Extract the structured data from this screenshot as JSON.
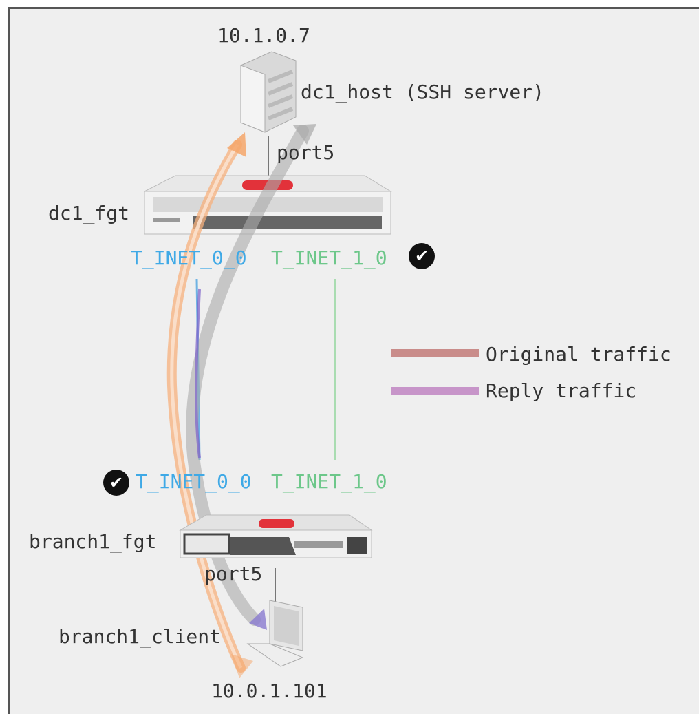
{
  "nodes": {
    "server_ip": "10.1.0.7",
    "server_name": "dc1_host (SSH server)",
    "server_port": "port5",
    "dc_fgt": "dc1_fgt",
    "dc_tunnel_a": "T_INET_0_0",
    "dc_tunnel_b": "T_INET_1_0",
    "branch_tunnel_a": "T_INET_0_0",
    "branch_tunnel_b": "T_INET_1_0",
    "branch_fgt": "branch1_fgt",
    "branch_port": "port5",
    "client_name": "branch1_client",
    "client_ip": "10.0.1.101"
  },
  "legend": {
    "original": "Original traffic",
    "reply": "Reply traffic"
  },
  "marks": {
    "check_glyph": "✔"
  },
  "colors": {
    "original": "#c98c8a",
    "reply": "#c795c9",
    "tunnel_0": "#3fa9e6",
    "tunnel_1": "#6dc78a",
    "original_arrow": "#f5a66a",
    "reply_arrow": "#a8a8a8"
  }
}
